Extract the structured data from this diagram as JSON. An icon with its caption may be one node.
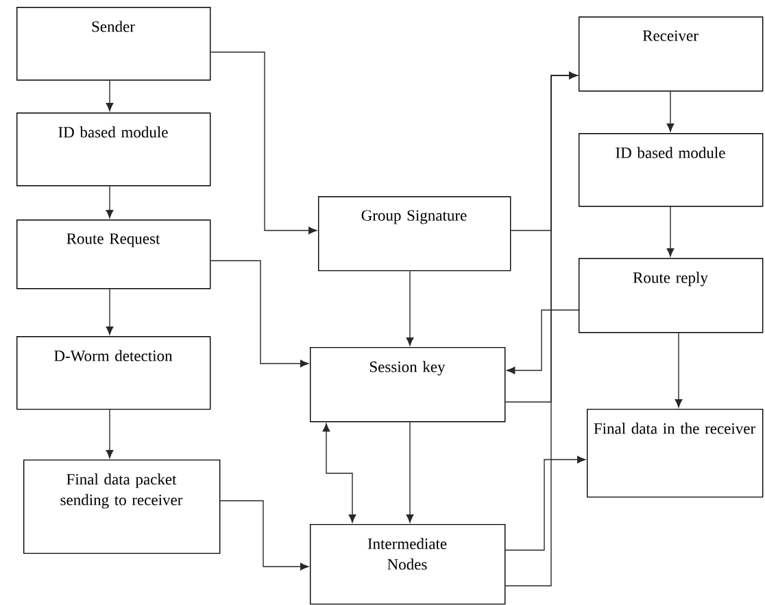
{
  "diagram": {
    "nodes": [
      {
        "text": [
          "Sender"
        ]
      },
      {
        "text": [
          "ID based module"
        ]
      },
      {
        "text": [
          "Route Request"
        ]
      },
      {
        "text": [
          "D-Worm detection"
        ]
      },
      {
        "text": [
          "Final data packet sending to receiver"
        ]
      },
      {
        "text": [
          "Group Signature"
        ]
      },
      {
        "text": [
          "Session key"
        ]
      },
      {
        "text": [
          "Intermediate Nodes"
        ]
      },
      {
        "text": [
          "Receiver"
        ]
      },
      {
        "text": [
          "ID based module"
        ]
      },
      {
        "text": [
          "Route reply"
        ]
      },
      {
        "text": [
          "Final data in the receiver"
        ]
      }
    ],
    "edges": [
      {
        "from": 0,
        "to": 1,
        "arrow": "to"
      },
      {
        "from": 1,
        "to": 2,
        "arrow": "to"
      },
      {
        "from": 2,
        "to": 3,
        "arrow": "to"
      },
      {
        "from": 3,
        "to": 4,
        "arrow": "to"
      },
      {
        "from": 0,
        "to": 5,
        "arrow": "to"
      },
      {
        "from": 2,
        "to": 6,
        "arrow": "to"
      },
      {
        "from": 4,
        "to": 7,
        "arrow": "to"
      },
      {
        "from": 5,
        "to": 6,
        "arrow": "to"
      },
      {
        "from": 6,
        "to": 7,
        "arrow": "to"
      },
      {
        "from": 6,
        "to": 7,
        "arrow": "both"
      },
      {
        "from": 5,
        "to": 8,
        "arrow": "to"
      },
      {
        "from": 6,
        "to": 8,
        "arrow": "to"
      },
      {
        "from": 7,
        "to": 8,
        "arrow": "to"
      },
      {
        "from": 10,
        "to": 6,
        "arrow": "to"
      },
      {
        "from": 7,
        "to": 11,
        "arrow": "to"
      },
      {
        "from": 8,
        "to": 9,
        "arrow": "to"
      },
      {
        "from": 9,
        "to": 10,
        "arrow": "to"
      },
      {
        "from": 10,
        "to": 11,
        "arrow": "to"
      }
    ]
  }
}
